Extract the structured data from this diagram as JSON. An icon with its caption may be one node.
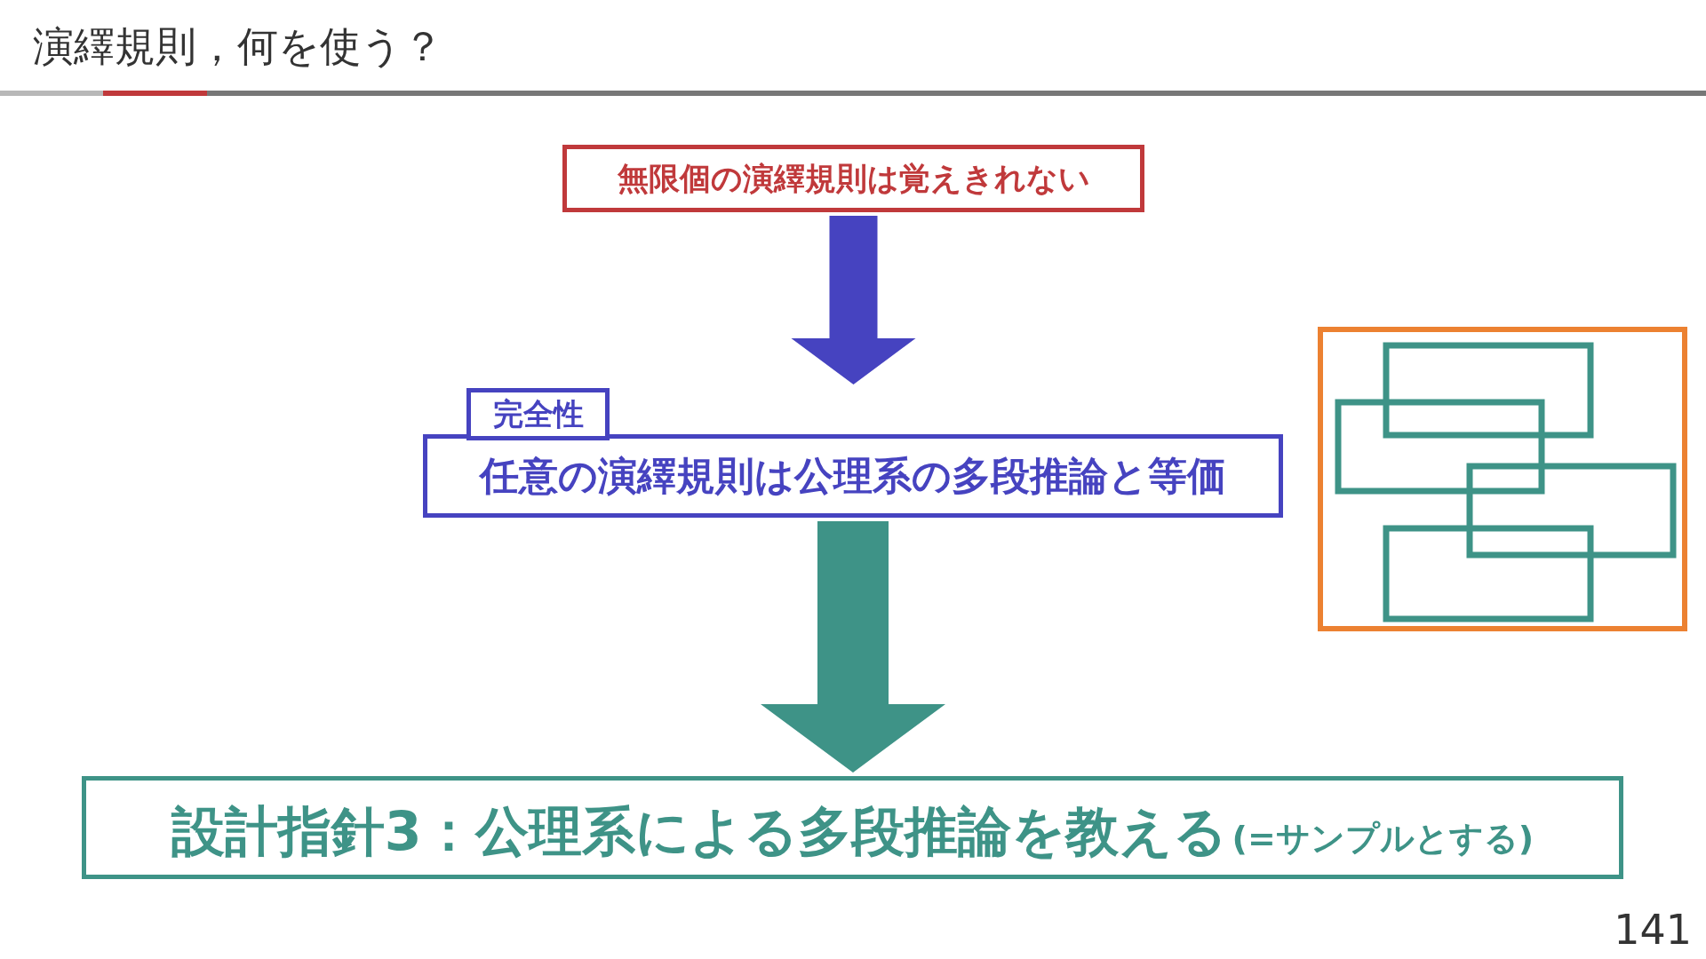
{
  "diagram": {
    "title": "演繹規則，何を使う？",
    "nodes": [
      {
        "text": [
          "無限個の演繹規則は覚えきれない"
        ]
      },
      {
        "text": [
          "完全性",
          "任意の演繹規則は公理系の多段推論と等価"
        ]
      },
      {
        "text": [
          "設計指針3：公理系による多段推論を教える",
          "(=サンプルとする)"
        ]
      }
    ],
    "edges": [
      {
        "from": 0,
        "to": 1,
        "arrow": "to",
        "color": "#4643c0"
      },
      {
        "from": 1,
        "to": 2,
        "arrow": "to",
        "color": "#3e9387"
      }
    ],
    "labels": [
      "141"
    ]
  }
}
